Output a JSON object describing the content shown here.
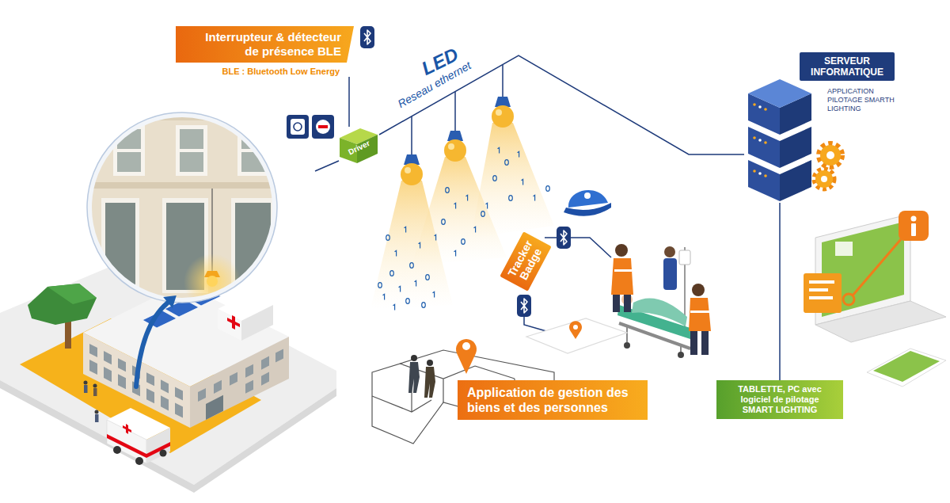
{
  "diagram": {
    "nodes": [
      {
        "text": [
          "Interrupteur & détecteur de présence BLE",
          "BLE : Bluetooth Low Energy"
        ]
      },
      {
        "text": [
          "Driver"
        ]
      },
      {
        "text": [
          "SERVEUR INFORMATIQUE",
          "APPLICATION PILOTAGE SMARTH LIGHTING"
        ]
      },
      {
        "text": [
          "Tracker Badge"
        ]
      },
      {
        "text": [
          "Application de gestion des biens et des personnes"
        ]
      },
      {
        "text": [
          "TABLETTE, PC avec logiciel de pilotage SMART LIGHTING"
        ]
      }
    ],
    "edges": [
      {
        "from": 0,
        "to": 1,
        "arrow": "none"
      },
      {
        "from": 1,
        "to": 2,
        "arrow": "none"
      },
      {
        "from": 2,
        "to": 5,
        "arrow": "none"
      }
    ],
    "labels": [
      "LED",
      "Reseau ethernet"
    ]
  }
}
